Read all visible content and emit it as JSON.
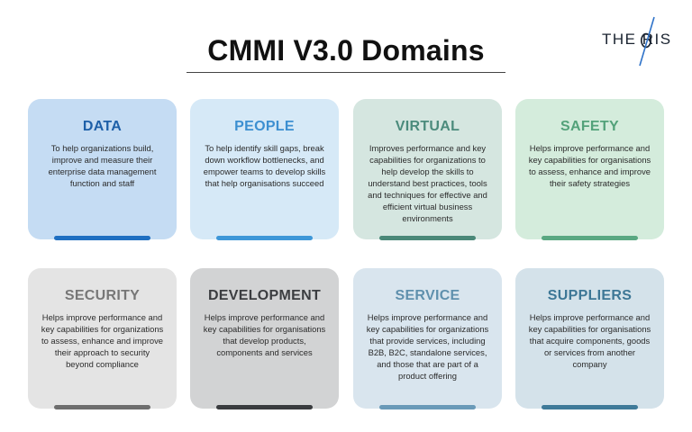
{
  "title": "CMMI V3.0 Domains",
  "logo": {
    "text": "THE RIS",
    "accent": "#2f73c9"
  },
  "cards": [
    {
      "title": "DATA",
      "description": "To help organizations build, improve and measure their enterprise data management function and staff",
      "bg": "#c5dcf3",
      "title_color": "#1d5fa8",
      "bar_color": "#1f6fc1"
    },
    {
      "title": "PEOPLE",
      "description": "To help identify skill gaps, break down workflow bottlenecks, and empower teams to develop skills that help organisations succeed",
      "bg": "#d6e9f7",
      "title_color": "#3c8fd1",
      "bar_color": "#3e97d8"
    },
    {
      "title": "VIRTUAL",
      "description": "Improves performance and key capabilities for organizations to help develop the skills to understand best practices, tools and techniques for effective and efficient virtual business environments",
      "bg": "#d5e6e0",
      "title_color": "#4b8b7c",
      "bar_color": "#4a8878"
    },
    {
      "title": "SAFETY",
      "description": "Helps improve performance and key capabilities for organisations to assess, enhance and improve their safety strategies",
      "bg": "#d4ecdc",
      "title_color": "#53a27a",
      "bar_color": "#5aa882"
    },
    {
      "title": "SECURITY",
      "description": "Helps improve performance and key capabilities for organizations to assess, enhance and improve their approach to security beyond compliance",
      "bg": "#e4e4e4",
      "title_color": "#777777",
      "bar_color": "#6e6e6e"
    },
    {
      "title": "DEVELOPMENT",
      "description": "Helps improve performance and key capabilities for organisations that develop products, components and services",
      "bg": "#d2d3d4",
      "title_color": "#3b3d40",
      "bar_color": "#3a3c3f"
    },
    {
      "title": "SERVICE",
      "description": "Helps improve performance and key capabilities for organizations that provide services, including B2B, B2C, standalone services, and those that are part of a product offering",
      "bg": "#d9e5ee",
      "title_color": "#5f90ad",
      "bar_color": "#6a9ab8"
    },
    {
      "title": "SUPPLIERS",
      "description": "Helps improve performance and key capabilities for organisations that acquire components, goods or services from another company",
      "bg": "#d4e2ea",
      "title_color": "#3d7796",
      "bar_color": "#3f7a99"
    }
  ]
}
